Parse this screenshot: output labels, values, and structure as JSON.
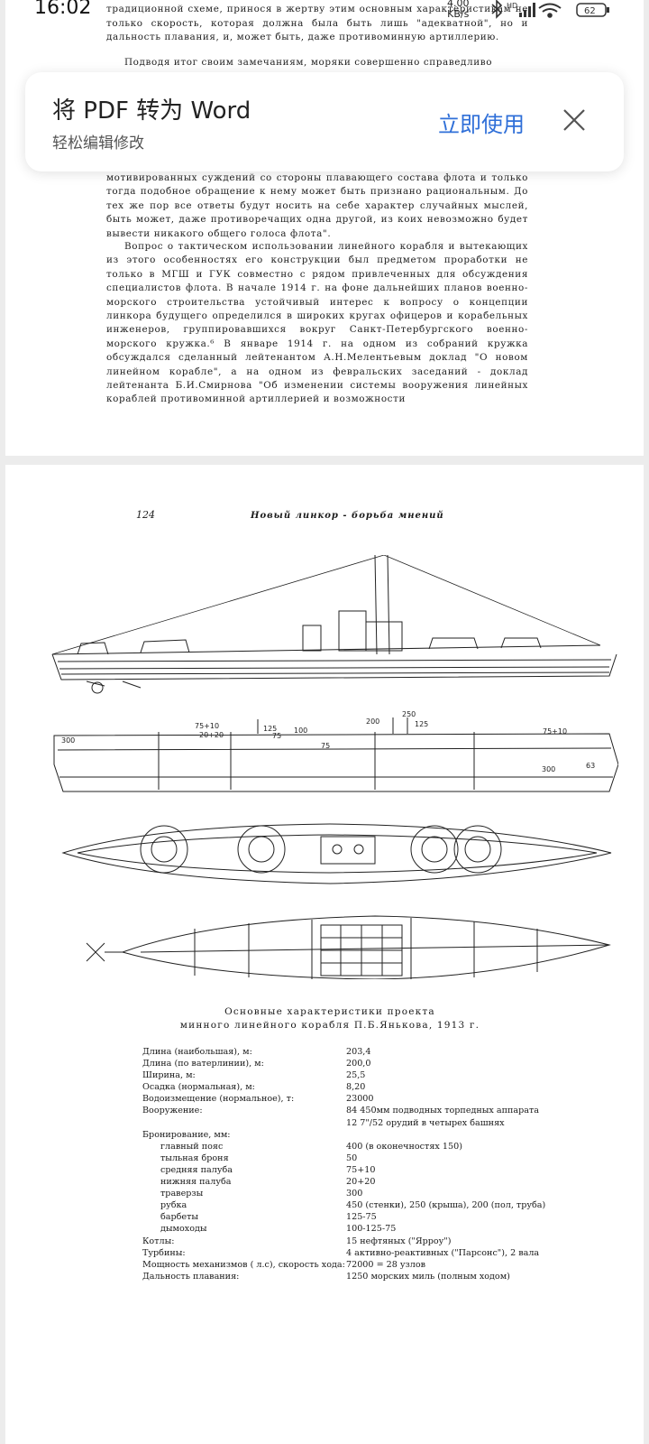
{
  "status_bar": {
    "time": "16:02",
    "net_speed_value": "4.00",
    "net_speed_unit": "KB/s",
    "battery": "62",
    "icons": [
      "bluetooth-icon",
      "hd-icon",
      "signal-icon",
      "wifi-icon",
      "battery-icon"
    ]
  },
  "banner": {
    "title": "将 PDF 转为 Word",
    "subtitle": "轻松编辑修改",
    "action": "立即使用",
    "close_icon": "close-icon",
    "action_color": "#2f6fd8"
  },
  "page1": {
    "para1": "ступали за увеличение калибра орудий и резкое усиление бронирования по традиционной схеме, принося в жертву этим основным характеристикам не только скорость, которая должна была быть лишь \"адекватной\", но и дальность плавания, и, может быть, даже противоминную артиллерию.",
    "para2": "Подводя итог своим замечаниям, моряки совершенно справедливо",
    "para3": "мотивированных суждений со стороны плавающего состава флота и только тогда подобное обращение к нему может быть признано рациональным. До тех же пор все ответы будут носить на себе характер случайных мыслей, быть может, даже противоречащих одна другой, из коих невозможно будет вывести никакого общего голоса флота\".",
    "para4": "Вопрос о тактическом использовании линейного корабля и вытекающих из этого особенностях его конструкции был предметом проработки не только в МГШ и ГУК совместно с рядом привлеченных для обсуждения специалистов флота. В начале 1914 г. на фоне дальнейших планов военно-морского строительства устойчивый интерес к вопросу о концепции линкора будущего определился в широких кругах офицеров и корабельных инженеров, группировавшихся вокруг Санкт-Петербургского военно-морского кружка.⁶ В январе 1914 г. на одном из собраний кружка обсуждался сделанный лейтенантом А.Н.Мелентьевым доклад \"О новом линейном корабле\", а на одном из февральских заседаний - доклад лейтенанта Б.И.Смирнова \"Об изменении системы вооружения линейных кораблей противоминной артиллерией и возможности"
  },
  "page2": {
    "page_number": "124",
    "running_head": "Новый линкор - борьба мнений",
    "drawing_labels": [
      "250",
      "200",
      "75+10",
      "20+20",
      "125",
      "75",
      "100",
      "125",
      "300",
      "75",
      "75+10",
      "300",
      "63"
    ],
    "spec_title_line1": "Основные характеристики проекта",
    "spec_title_line2": "минного линейного корабля П.Б.Янькова, 1913 г.",
    "specs": [
      {
        "k": "Длина (наибольшая), м:",
        "v": "203,4",
        "sub": false
      },
      {
        "k": "Длина (по ватерлинии), м:",
        "v": "200,0",
        "sub": false
      },
      {
        "k": "Ширина, м:",
        "v": "25,5",
        "sub": false
      },
      {
        "k": "Осадка (нормальная), м:",
        "v": "8,20",
        "sub": false
      },
      {
        "k": "Водоизмещение (нормальное), т:",
        "v": "23000",
        "sub": false
      },
      {
        "k": "Вооружение:",
        "v": "84 450мм подводных торпедных аппарата",
        "sub": false
      },
      {
        "k": "",
        "v": "12 7\"/52 орудий в четырех башнях",
        "sub": false
      },
      {
        "k": "Бронирование, мм:",
        "v": "",
        "sub": false
      },
      {
        "k": "главный пояс",
        "v": "400 (в оконечностях 150)",
        "sub": true
      },
      {
        "k": "тыльная броня",
        "v": "50",
        "sub": true
      },
      {
        "k": "средняя палуба",
        "v": "75+10",
        "sub": true
      },
      {
        "k": "нижняя палуба",
        "v": "20+20",
        "sub": true
      },
      {
        "k": "траверзы",
        "v": "300",
        "sub": true
      },
      {
        "k": "рубка",
        "v": "450 (стенки), 250 (крыша), 200 (пол, труба)",
        "sub": true
      },
      {
        "k": "барбеты",
        "v": "125-75",
        "sub": true
      },
      {
        "k": "дымоходы",
        "v": "100-125-75",
        "sub": true
      },
      {
        "k": "Котлы:",
        "v": "15 нефтяных (\"Ярроу\")",
        "sub": false
      },
      {
        "k": "Турбины:",
        "v": "4 активно-реактивных (\"Парсонс\"), 2 вала",
        "sub": false
      },
      {
        "k": "Мощность механизмов ( л.с), скорость хода:",
        "v": "72000 = 28 узлов",
        "sub": false
      },
      {
        "k": "Дальность плавания:",
        "v": "1250 морских миль (полным ходом)",
        "sub": false
      }
    ]
  }
}
